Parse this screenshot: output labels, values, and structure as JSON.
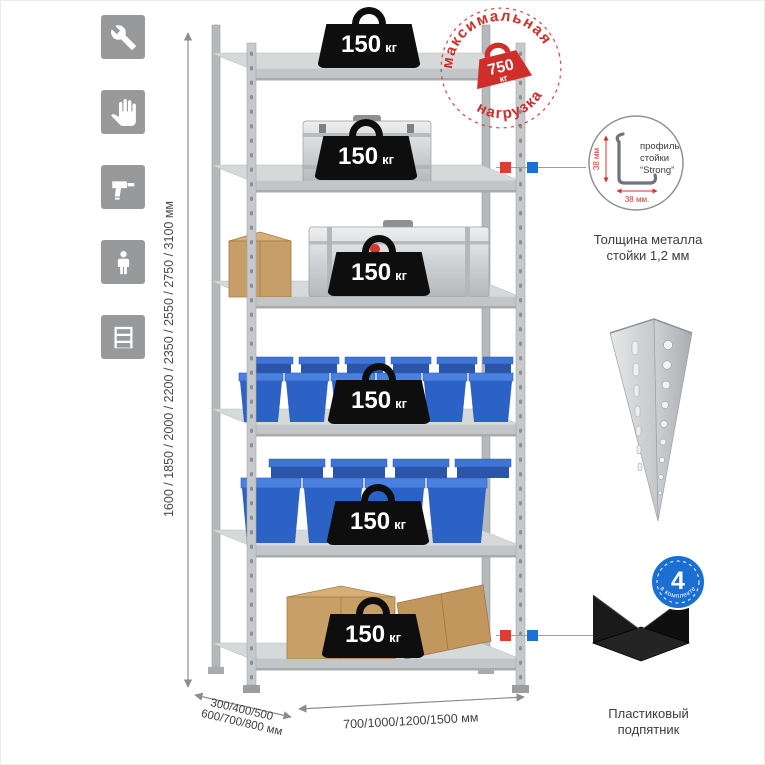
{
  "sidebar": {
    "icons": [
      "wrench",
      "gloves",
      "drill",
      "person",
      "rack"
    ]
  },
  "dimensions": {
    "height": "1600 / 1850 / 2000 / 2200 / 2350 / 2550 / 2750 / 3100 мм",
    "depth_line1": "300/400/500",
    "depth_line2": "600/700/800 мм",
    "width": "700/1000/1200/1500 мм"
  },
  "rack": {
    "shelves": [
      {
        "load": "150",
        "unit": "кг"
      },
      {
        "load": "150",
        "unit": "кг"
      },
      {
        "load": "150",
        "unit": "кг"
      },
      {
        "load": "150",
        "unit": "кг"
      },
      {
        "load": "150",
        "unit": "кг"
      },
      {
        "load": "150",
        "unit": "кг"
      }
    ]
  },
  "stamp": {
    "arc_top": "максимальная",
    "arc_bottom": "нагрузка",
    "value": "750",
    "unit": "кг"
  },
  "profile_detail": {
    "dim_vertical": "38 мм",
    "dim_horizontal": "38 мм.",
    "label_line1": "профиль",
    "label_line2": "стойки",
    "label_line3": "“Strong”",
    "caption": "Толщина металла\nстойки 1,2 мм"
  },
  "foot_detail": {
    "badge_value": "4",
    "badge_arc": "в комплекте",
    "caption": "Пластиковый\nподпятник"
  },
  "colors": {
    "accent_red": "#d6322e",
    "accent_blue": "#1c6fd3",
    "tile_gray": "#97999b"
  }
}
